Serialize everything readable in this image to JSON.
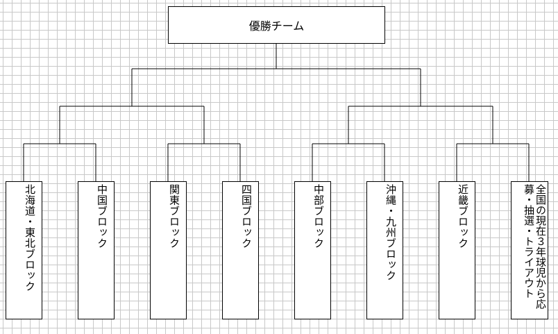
{
  "champion": {
    "label": "優勝チーム"
  },
  "teams": [
    {
      "label": "北海道・東北ブロック"
    },
    {
      "label": "中国ブロック"
    },
    {
      "label": "関東ブロック"
    },
    {
      "label": "四国ブロック"
    },
    {
      "label": "中部ブロック"
    },
    {
      "label": "沖縄・九州ブロック"
    },
    {
      "label": "近畿ブロック"
    },
    {
      "label": "全国の現在３年球児から応募・抽選・トライアウト"
    }
  ]
}
